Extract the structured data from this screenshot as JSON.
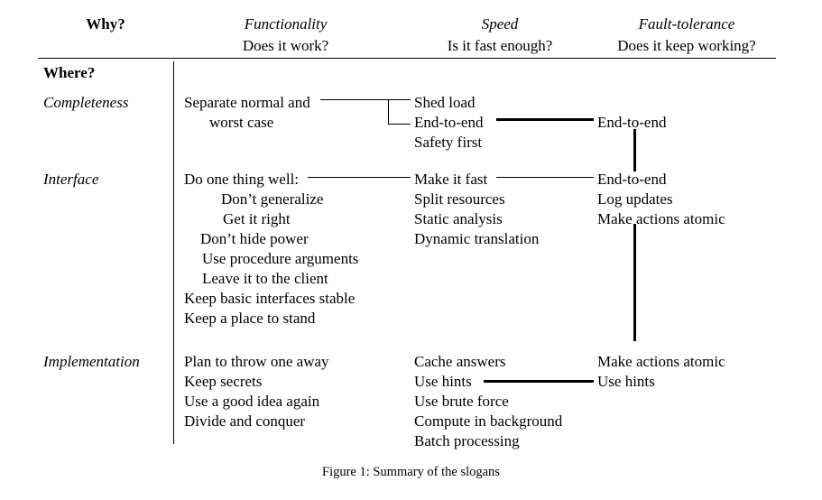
{
  "figure": {
    "caption": "Figure 1: Summary of the slogans",
    "corner_header": "Why?",
    "row_axis_header": "Where?"
  },
  "columns": [
    {
      "title": "Functionality",
      "question": "Does it work?"
    },
    {
      "title": "Speed",
      "question": "Is it fast enough?"
    },
    {
      "title": "Fault-tolerance",
      "question": "Does it keep working?"
    }
  ],
  "rows": [
    {
      "label": "Completeness",
      "functionality": [
        "Separate normal and",
        "worst case"
      ],
      "speed": [
        "Shed load",
        "End-to-end",
        "Safety first"
      ],
      "fault_tolerance": [
        "End-to-end"
      ]
    },
    {
      "label": "Interface",
      "functionality": [
        "Do one thing well:",
        "Don’t generalize",
        "Get it right",
        "Don’t hide power",
        "Use procedure arguments",
        "Leave it to the client",
        "Keep basic interfaces stable",
        "Keep a place to stand"
      ],
      "speed": [
        "Make it fast",
        "Split resources",
        "Static analysis",
        "Dynamic translation"
      ],
      "fault_tolerance": [
        "End-to-end",
        "Log updates",
        "Make actions atomic"
      ]
    },
    {
      "label": "Implementation",
      "functionality": [
        "Plan to throw one away",
        "Keep secrets",
        "Use a good idea again",
        "Divide and conquer"
      ],
      "speed": [
        "Cache answers",
        "Use hints",
        "Use brute force",
        "Compute in background",
        "Batch processing"
      ],
      "fault_tolerance": [
        "Make actions atomic",
        "Use hints"
      ]
    }
  ],
  "connectors": [
    {
      "name": "separate-normal-to-shed-load-and-end-to-end",
      "style": "bracket"
    },
    {
      "name": "end-to-end-speed-to-end-to-end-fault-tolerance",
      "style": "thick"
    },
    {
      "name": "end-to-end-completeness-to-end-to-end-interface",
      "style": "vertical-thick"
    },
    {
      "name": "do-one-thing-well-to-make-it-fast",
      "style": "thin"
    },
    {
      "name": "make-it-fast-to-end-to-end",
      "style": "thin"
    },
    {
      "name": "make-actions-atomic-interface-to-make-actions-atomic-implementation",
      "style": "vertical-thick"
    },
    {
      "name": "use-hints-speed-to-use-hints-fault-tolerance",
      "style": "thick"
    }
  ],
  "colors": {
    "ink": "#000000",
    "paper": "#ffffff"
  }
}
